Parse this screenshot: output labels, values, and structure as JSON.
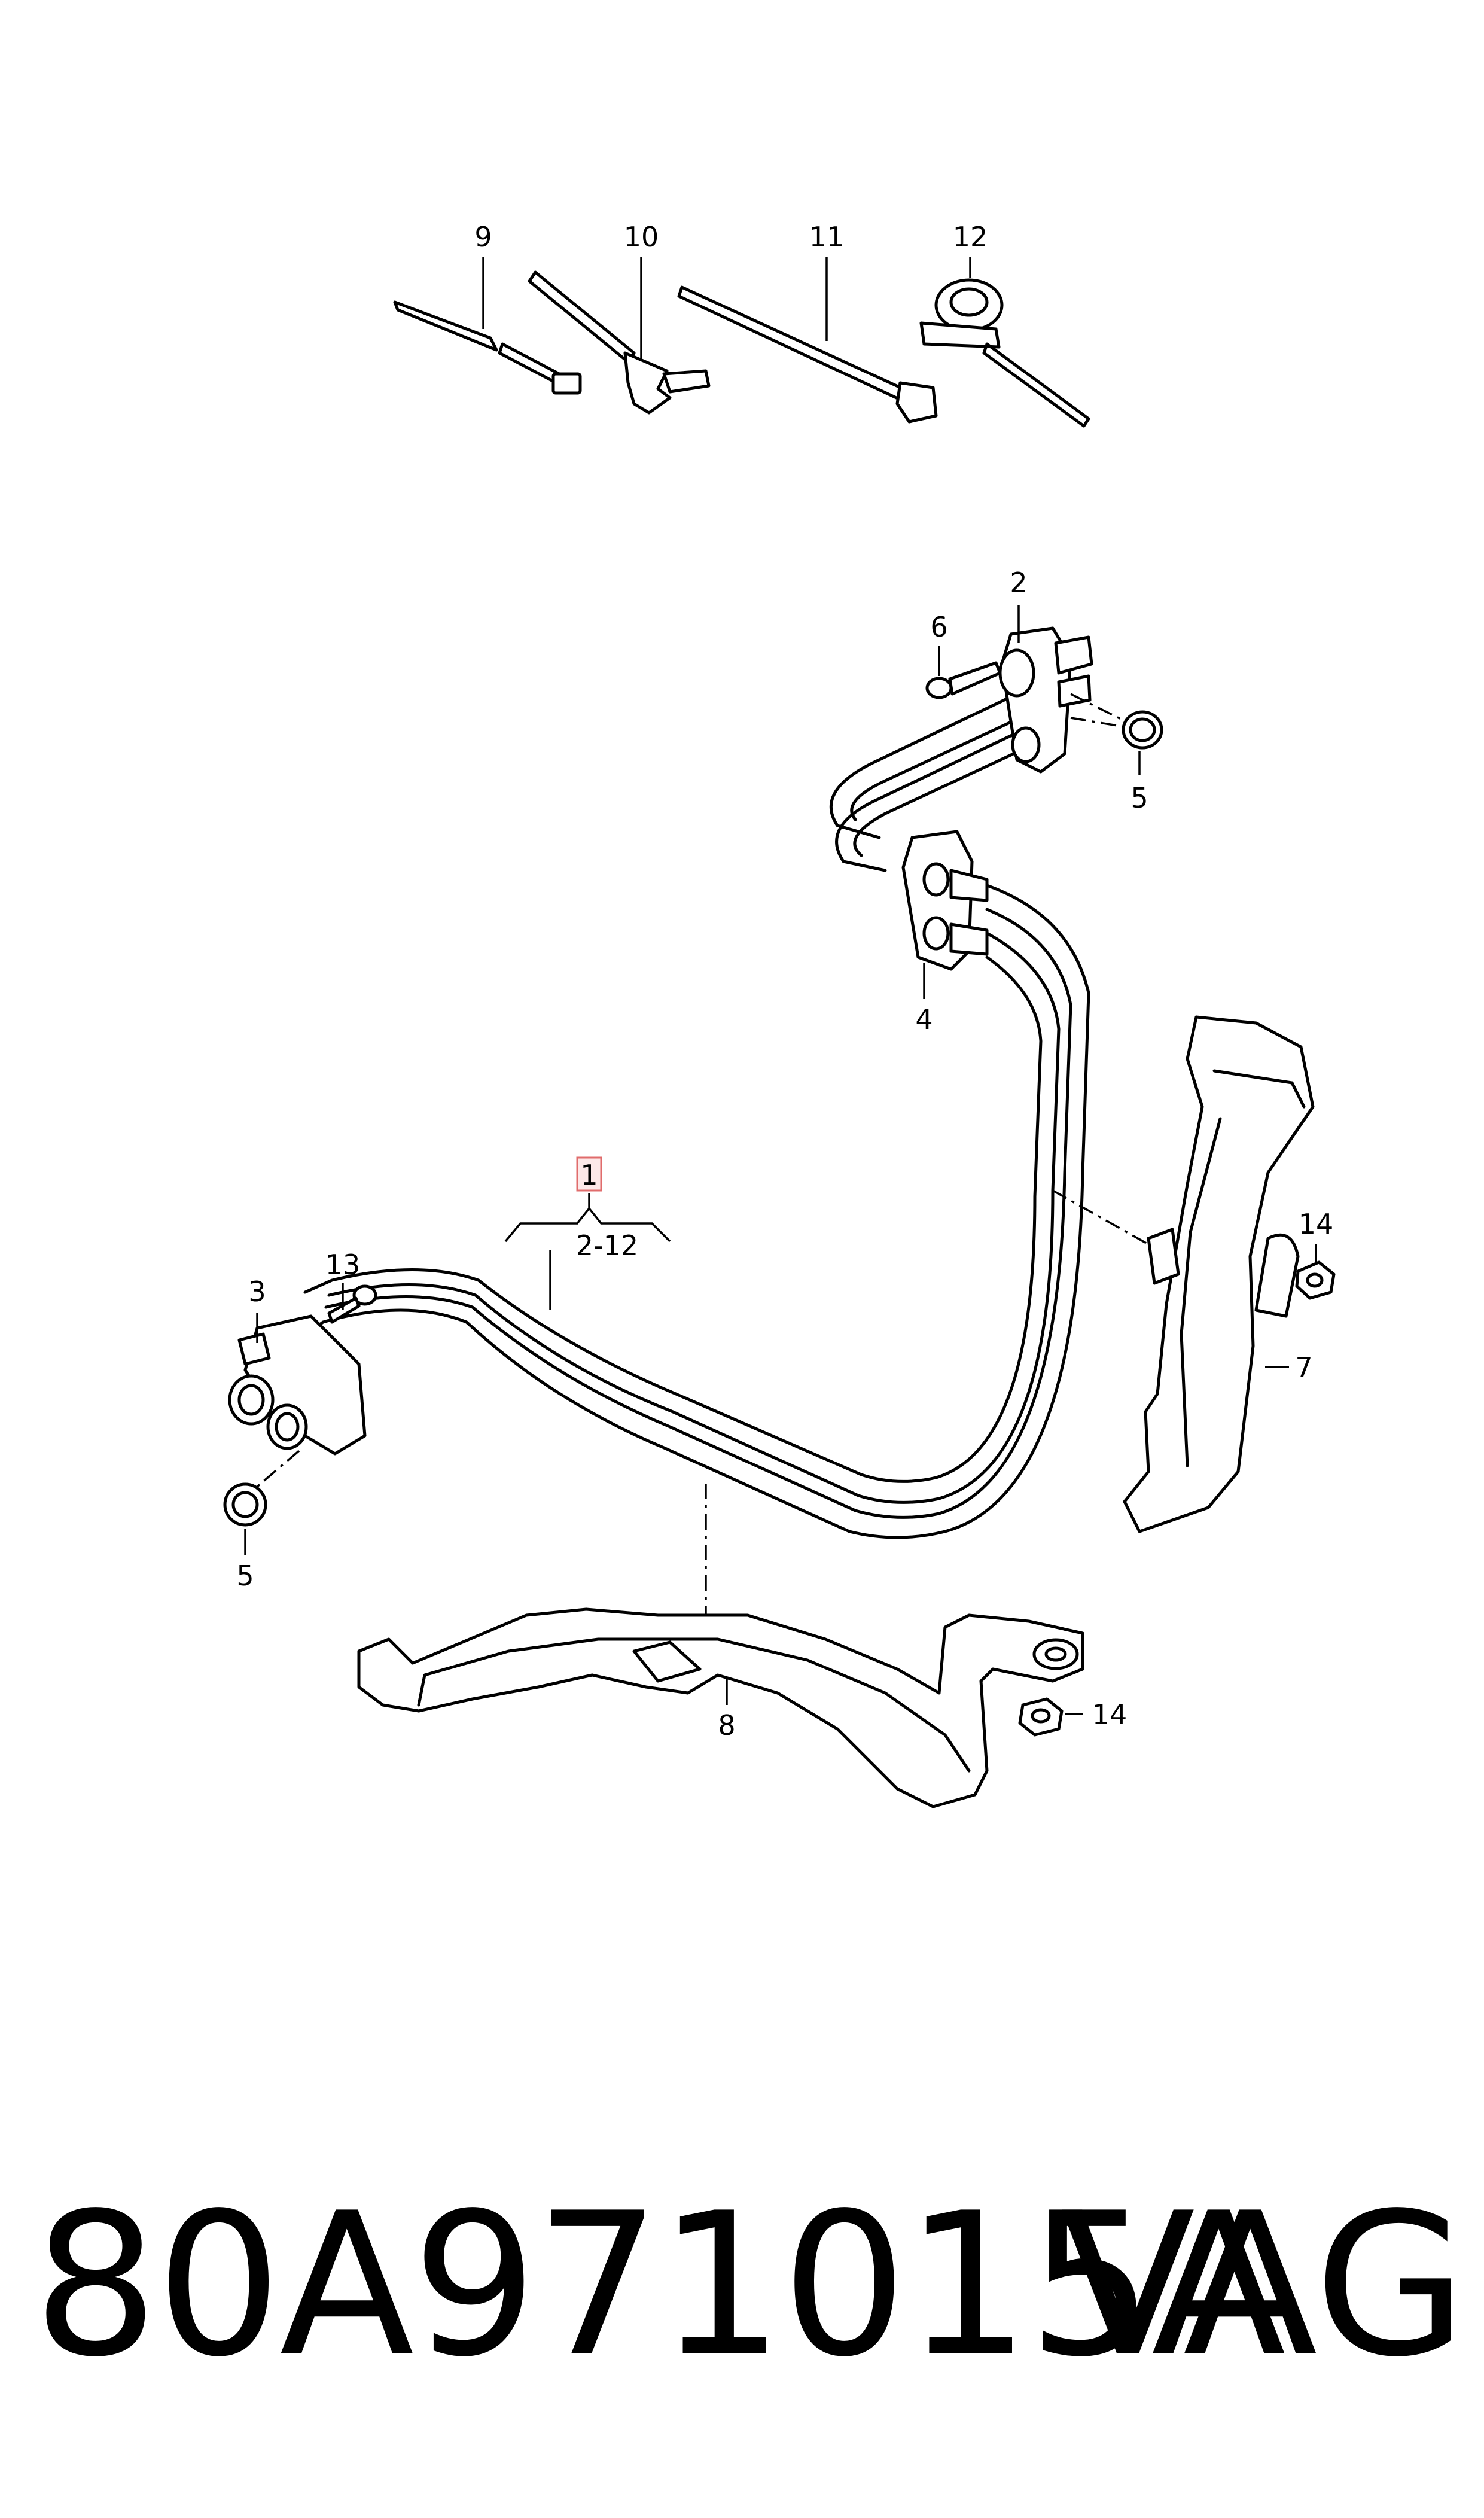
{
  "callouts": {
    "c1": "1",
    "c1_range": "2-12",
    "c2": "2",
    "c3": "3",
    "c4": "4",
    "c5a": "5",
    "c5b": "5",
    "c6": "6",
    "c7": "7",
    "c8": "8",
    "c9": "9",
    "c10": "10",
    "c11": "11",
    "c12": "12",
    "c13": "13",
    "c14a": "14",
    "c14b": "14"
  },
  "footer": {
    "part_number": "80A971015A",
    "brand": "VAG"
  },
  "colors": {
    "line": "#000000",
    "background": "#ffffff",
    "highlight_box": "#e06c6c"
  }
}
